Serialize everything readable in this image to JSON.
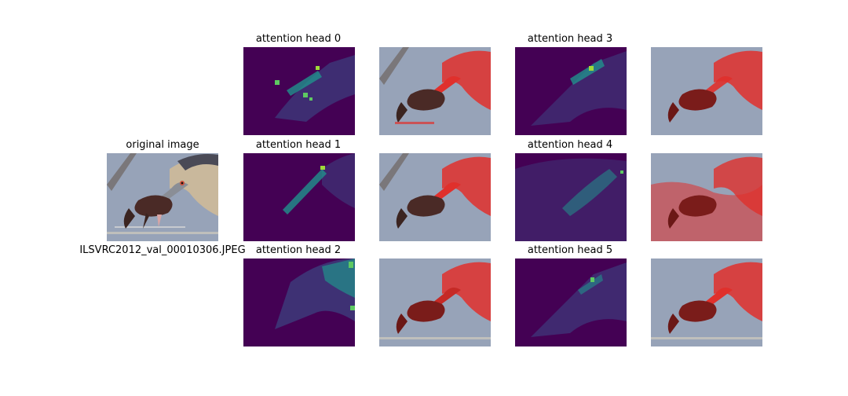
{
  "original": {
    "title": "original image",
    "filename": "ILSVRC2012_val_00010306.JPEG"
  },
  "heads": [
    {
      "title": "attention head 0"
    },
    {
      "title": "attention head 1"
    },
    {
      "title": "attention head 2"
    },
    {
      "title": "attention head 3"
    },
    {
      "title": "attention head 4"
    },
    {
      "title": "attention head 5"
    }
  ],
  "colors": {
    "background_sky": "#97a3b8",
    "heatmap_base": "#440154",
    "heatmap_mid": "#3b528b",
    "heatmap_high": "#21918c",
    "heatmap_peak": "#fde725",
    "overlay_red": "#e0302c"
  }
}
